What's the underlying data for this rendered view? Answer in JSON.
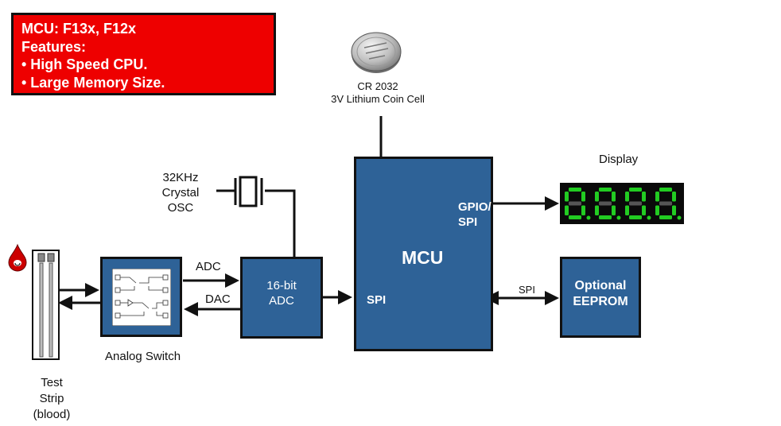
{
  "colors": {
    "block_fill": "#2e6297",
    "banner_fill": "#ee0000",
    "display_segment": "#22cc22",
    "blood": "#cc0000"
  },
  "banner": {
    "line1": "MCU: F13x, F12x",
    "line2": "Features:",
    "line3": "• High Speed CPU.",
    "line4": "• Large Memory Size."
  },
  "battery": {
    "icon": "coin-cell-icon",
    "label_line1": "CR 2032",
    "label_line2": "3V Lithium Coin Cell"
  },
  "crystal": {
    "icon": "crystal-oscillator-icon",
    "label_line1": "32KHz",
    "label_line2": "Crystal",
    "label_line3": "OSC"
  },
  "mcu": {
    "label": "MCU",
    "port_gpio_line1": "GPIO/",
    "port_gpio_line2": "SPI",
    "port_spi": "SPI"
  },
  "adc": {
    "line1": "16-bit",
    "line2": "ADC"
  },
  "signals": {
    "adc": "ADC",
    "dac": "DAC",
    "spi": "SPI"
  },
  "display": {
    "label": "Display",
    "icon": "seven-segment-display-icon",
    "digits": 4
  },
  "eeprom": {
    "line1": "Optional",
    "line2": "EEPROM"
  },
  "analog_switch": {
    "label": "Analog Switch",
    "icon": "analog-switch-chip-icon"
  },
  "test_strip": {
    "icon": "test-strip-icon",
    "drop_icon": "blood-drop-icon",
    "label_line1": "Test",
    "label_line2": "Strip",
    "label_line3": "(blood)"
  }
}
